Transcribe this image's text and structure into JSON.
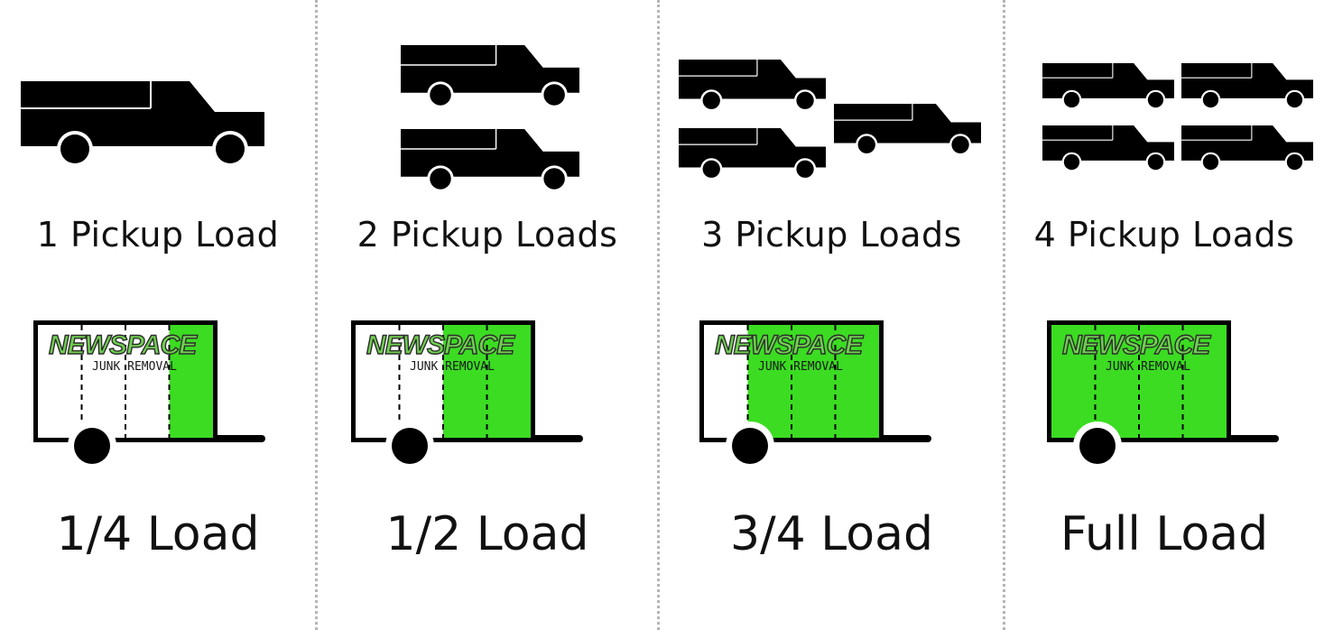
{
  "accent_color": "#3bdc22",
  "icon_color": "#000000",
  "columns": [
    {
      "pickup_label": "1 Pickup Load",
      "load_label": "1/4 Load",
      "truck_count": 1,
      "fill_fraction": 0.25
    },
    {
      "pickup_label": "2 Pickup Loads",
      "load_label": "1/2 Load",
      "truck_count": 2,
      "fill_fraction": 0.5
    },
    {
      "pickup_label": "3 Pickup Loads",
      "load_label": "3/4 Load",
      "truck_count": 3,
      "fill_fraction": 0.75
    },
    {
      "pickup_label": "4 Pickup Loads",
      "load_label": "Full Load",
      "truck_count": 4,
      "fill_fraction": 1.0
    }
  ],
  "logo": {
    "brand": "NEWSPACE",
    "sub": "JUNK REMOVAL"
  },
  "icons": {
    "truck": "pickup-truck-icon",
    "trailer": "trailer-icon"
  }
}
